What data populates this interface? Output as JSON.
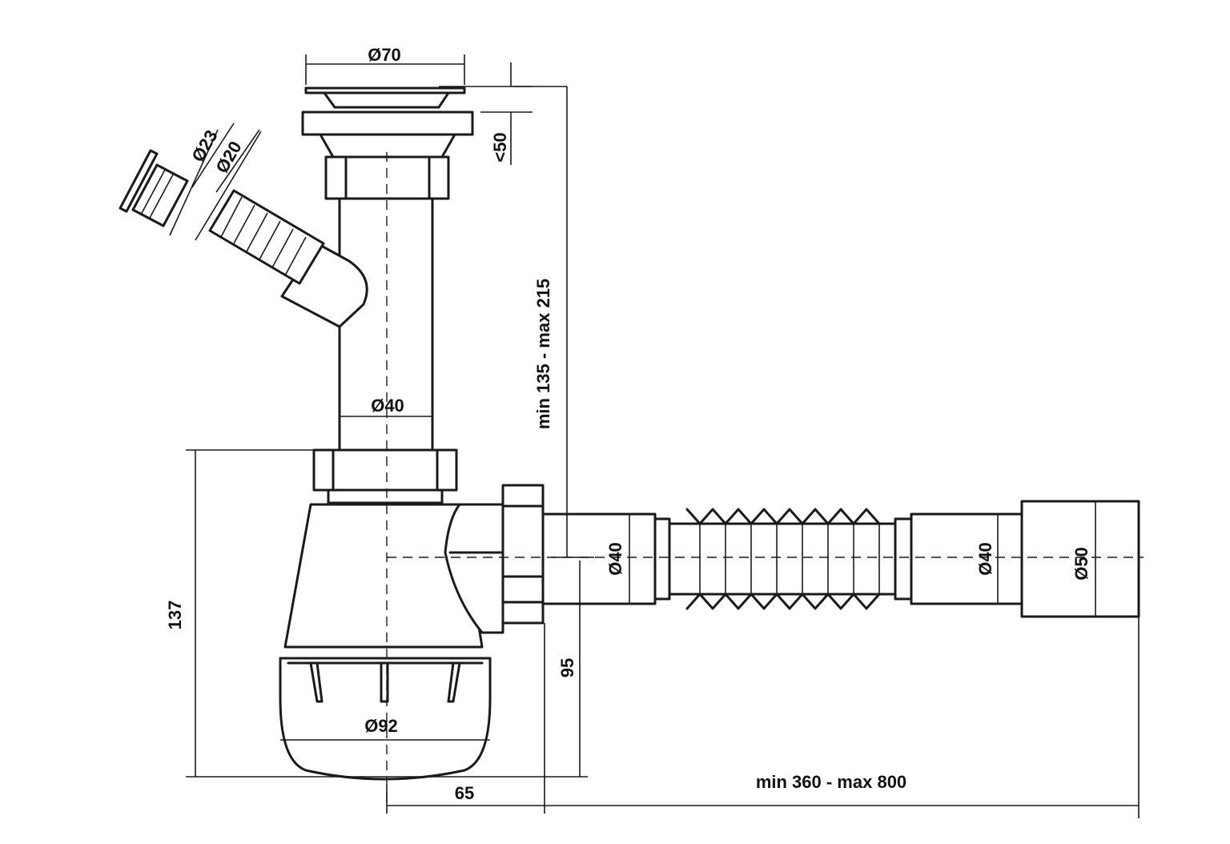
{
  "labels": {
    "d70": "Ø70",
    "lt50": "<50",
    "d23": "Ø23",
    "d20": "Ø20",
    "d40_pipe": "Ø40",
    "height_range": "min 135 - max 215",
    "h137": "137",
    "h95": "95",
    "d92": "Ø92",
    "d40_outlet": "Ø40",
    "d40_hose": "Ø40",
    "d50": "Ø50",
    "w65": "65",
    "length_range": "min 360 - max 800"
  }
}
